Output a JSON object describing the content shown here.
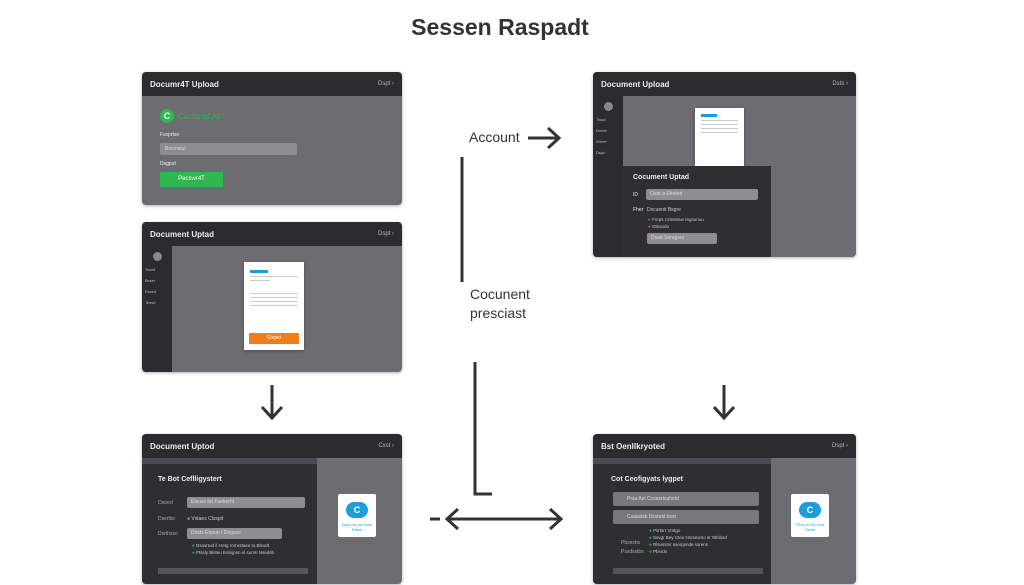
{
  "title": "Sessen Raspadt",
  "labels": {
    "account": "Account",
    "document_line1": "Cocunent",
    "document_line2": "presciast"
  },
  "panel_login": {
    "header": "Documr4T Upload",
    "exit": "Dspt ›",
    "brand": "Cactongf AI",
    "field1_label": "Fssprtse",
    "field1_value": "Brscrwtul",
    "field2_label": "Dsgput",
    "button": "Pecswr4T",
    "brand_color": "#2eb84f"
  },
  "panel_upload": {
    "header": "Document Uptad",
    "exit": "Dspt ›",
    "sidebar": [
      "Tosell",
      "Bsser",
      "Essed",
      "Tessd"
    ],
    "button": "Etupid",
    "button_color": "#f07d1a"
  },
  "panel_upload_right": {
    "header": "Document Upload",
    "exit": "Dsts ›",
    "sidebar": [
      "Tlssd",
      "Dreee",
      "Wreer",
      "Dsprl"
    ],
    "dialog_title": "Cocument Uptad",
    "id_label": "ID",
    "id_value": "Oata a Etteted",
    "file_label": "Fher",
    "file_value": "Dscuenit Bsgre",
    "bullets": [
      "Freps Crtestsue Iegsunuu",
      "Otnsodo"
    ],
    "select_value": "Dsad Seragsor"
  },
  "panel_bot_left": {
    "header": "Document Uptod",
    "exit": "Cxst ›",
    "form_title": "Te Bot Ceflligystert",
    "rows": [
      {
        "label": "Osoed",
        "value": "Etsuss tot Fasherht"
      },
      {
        "label": "Dsertlsr",
        "value": "Vstaes Clsspit"
      },
      {
        "label": "Dsrthsso",
        "value": "Ddsts Ebpup / Degsse"
      }
    ],
    "bullets": [
      "Dsosrtud il sretg rorrestaee tu Blsudt",
      "Ptssly Bkiteu bsssjpsn ul sunm Nsedsb"
    ],
    "badge_text": "Dgsu sa ust husk Dtsee",
    "badge_letter": "C"
  },
  "panel_bot_right": {
    "header": "Bst Oenllkryoted",
    "exit": "Dspt ›",
    "form_title": "Cot Ceofigyats lygpet",
    "selects": [
      "Prsa Ast Ccsesrtsuhetd",
      "Csasstsk Dssteld bsst"
    ],
    "row_labels": [
      "Pbsesbs",
      "Pssdsstbs"
    ],
    "bullets": [
      "Psrtsrr Vrstgo",
      "Ssvgr Bey Cteo Hsrsesrso sr Wlsbsd",
      "Rlsusstsr ssergsnde ssrens",
      "Pbsrds"
    ],
    "badge_text": "Tbss dt Ssl Ksst Ssnts",
    "badge_letter": "C"
  }
}
